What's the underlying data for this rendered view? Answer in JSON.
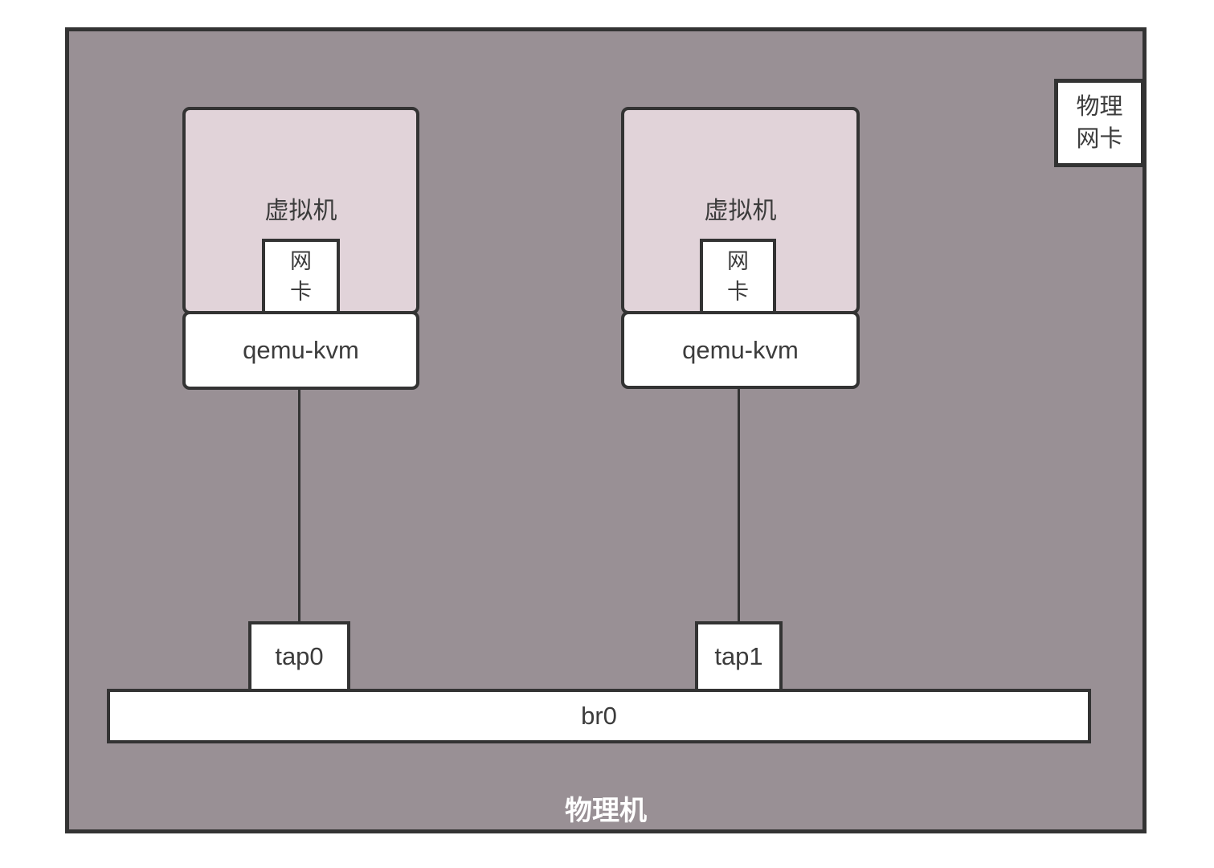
{
  "diagram": {
    "title_note": "KVM bridge networking diagram",
    "host": {
      "label": "物理机"
    },
    "bridge": {
      "label": "br0"
    },
    "phys_nic": {
      "label_line1": "物理",
      "label_line2": "网卡"
    },
    "vms": [
      {
        "label": "虚拟机",
        "nic_line1": "网",
        "nic_line2": "卡",
        "hypervisor": "qemu-kvm",
        "tap": "tap0"
      },
      {
        "label": "虚拟机",
        "nic_line1": "网",
        "nic_line2": "卡",
        "hypervisor": "qemu-kvm",
        "tap": "tap1"
      }
    ],
    "colors": {
      "host_bg": "#999095",
      "vm_bg": "#e1d3d9",
      "border": "#333333",
      "box_bg": "#ffffff",
      "text": "#3c3c3c",
      "host_label_text": "#ffffff"
    }
  }
}
